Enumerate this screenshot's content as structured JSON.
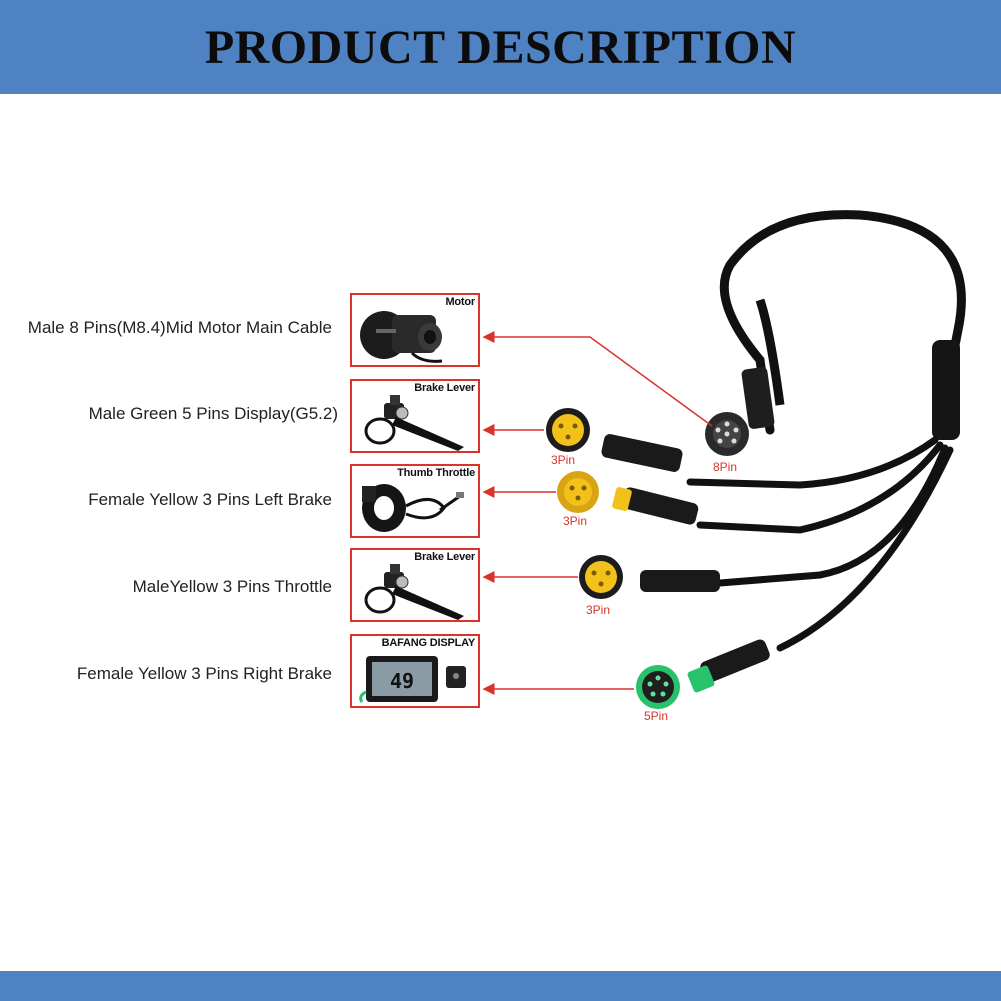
{
  "header": {
    "title": "PRODUCT DESCRIPTION"
  },
  "labels": [
    "Male 8 Pins(M8.4)Mid Motor Main Cable",
    "Male Green 5 Pins Display(G5.2)",
    "Female Yellow 3 Pins Left Brake",
    "MaleYellow 3 Pins Throttle",
    "Female Yellow 3 Pins Right Brake"
  ],
  "cards": [
    {
      "title": "Motor",
      "icon": "motor-icon"
    },
    {
      "title": "Brake Lever",
      "icon": "brake-lever-icon"
    },
    {
      "title": "Thumb Throttle",
      "icon": "thumb-throttle-icon"
    },
    {
      "title": "Brake Lever",
      "icon": "brake-lever-icon"
    },
    {
      "title": "BAFANG DISPLAY",
      "icon": "display-icon",
      "screen_value": "49"
    }
  ],
  "connectors": [
    {
      "label": "8Pin"
    },
    {
      "label": "3Pin"
    },
    {
      "label": "3Pin"
    },
    {
      "label": "3Pin"
    },
    {
      "label": "5Pin"
    }
  ],
  "colors": {
    "banner": "#4f82c3",
    "accent": "#d9342b",
    "cable": "#111111",
    "connector_yellow": "#f2c21b",
    "connector_green": "#27c26a"
  }
}
